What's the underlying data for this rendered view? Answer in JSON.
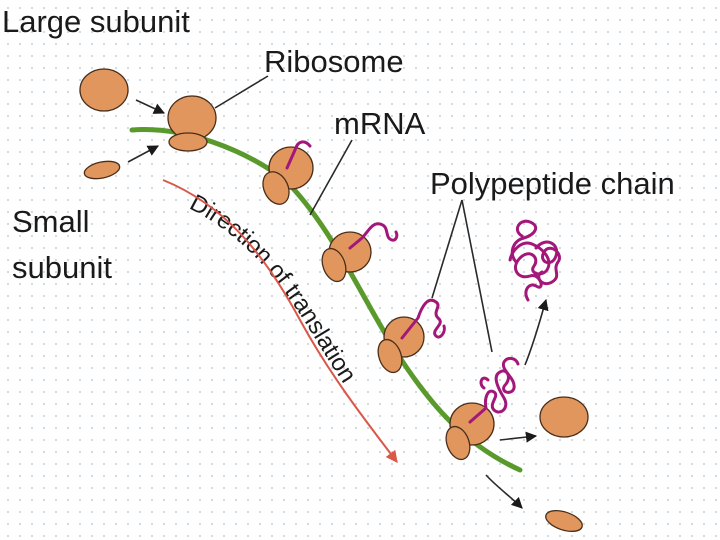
{
  "labels": {
    "large_subunit": "Large subunit",
    "ribosome": "Ribosome",
    "mrna": "mRNA",
    "polypeptide_chain": "Polypeptide chain",
    "small_subunit_line1": "Small",
    "small_subunit_line2": "subunit",
    "direction": "Direction of translation"
  },
  "colors": {
    "background": "#ffffff",
    "grid_dots": "#c9d4dc",
    "subunit_fill": "#e0965c",
    "subunit_outline": "#4a2e1c",
    "mrna": "#5a9a2c",
    "polypeptide": "#a3177a",
    "direction_arrow": "#d9584a",
    "text": "#1a1a1a"
  }
}
